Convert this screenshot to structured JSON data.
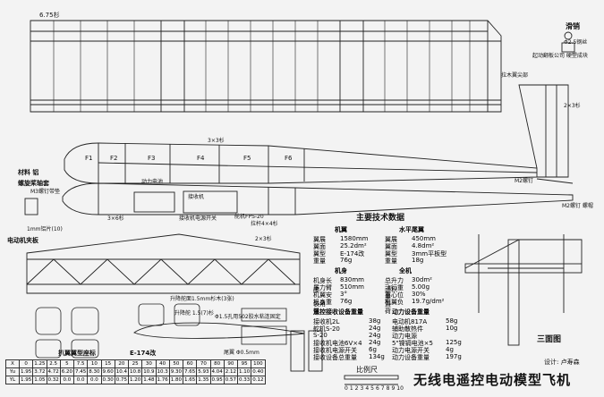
{
  "title": "无线电遥控电动模型飞机",
  "designer": "设计: 卢寿森",
  "specs": {
    "heading": "主要技术数据",
    "main_wing": {
      "heading": "机翼",
      "rows": [
        {
          "k": "翼展",
          "v": "1580mm"
        },
        {
          "k": "翼面",
          "v": "25.2dm²"
        },
        {
          "k": "翼型",
          "v": "E-174改"
        },
        {
          "k": "重量",
          "v": "76g"
        }
      ]
    },
    "tail": {
      "heading": "水平尾翼",
      "rows": [
        {
          "k": "翼展",
          "v": "450mm"
        },
        {
          "k": "翼面",
          "v": "4.8dm²"
        },
        {
          "k": "翼型",
          "v": "3mm平板型"
        },
        {
          "k": "重量",
          "v": "18g"
        }
      ]
    },
    "fuselage": {
      "heading": "机身",
      "rows": [
        {
          "k": "机身长度",
          "v": "830mm"
        },
        {
          "k": "尾力臂",
          "v": "510mm"
        },
        {
          "k": "机翼安装角",
          "v": "3°"
        },
        {
          "k": "机身重量",
          "v": "76g"
        }
      ]
    },
    "whole": {
      "heading": "全机",
      "rows": [
        {
          "k": "总升力面积",
          "v": "30dm²"
        },
        {
          "k": "飞行重量",
          "v": "5.00g"
        },
        {
          "k": "重心位置",
          "v": "30%"
        },
        {
          "k": "机翼负荷",
          "v": "19.7g/dm²"
        }
      ]
    },
    "radio": {
      "heading": "遥控接收设备重量",
      "rows": [
        {
          "k": "接收机2L",
          "v": "38g"
        },
        {
          "k": "舵机S-20",
          "v": "24g"
        },
        {
          "k": "S-20",
          "v": "24g"
        },
        {
          "k": "接收机电池6V×4",
          "v": "24g"
        },
        {
          "k": "接收机电源开关",
          "v": "6g"
        },
        {
          "k": "接收设备总重量",
          "v": "134g"
        }
      ]
    },
    "power": {
      "heading": "动力设备重量",
      "rows": [
        {
          "k": "电动机817A",
          "v": "58g"
        },
        {
          "k": "辅助散热件",
          "v": "10g"
        },
        {
          "k": "动力电源",
          "v": ""
        },
        {
          "k": "5\"镍镉电池×5",
          "v": "125g"
        },
        {
          "k": "动力电源开关",
          "v": "4g"
        },
        {
          "k": "动力设备重量",
          "v": "197g"
        }
      ]
    }
  },
  "labels": {
    "wing_plan": "6.75杉",
    "slide_lock": "滑销",
    "slide_lock_detail": "Φ2.5钢丝",
    "wing_front_clip": "起动翻板公司\n硬塑成块",
    "wing_tip_front": "拉木翼尖部",
    "spar_label": "2×3杉",
    "fuselage_labels": [
      "F1",
      "F2",
      "F3",
      "F4",
      "F5",
      "F6"
    ],
    "motor_mount": "螺旋桨轴套",
    "nose_label": "材料 铝",
    "m3_label": "M3螺钉带垫",
    "receiver_label": "接收机",
    "motor_label": "动力电池",
    "switch_label": "接收机电源开关",
    "servo_label": "舵机FPS-20",
    "pushrod": "拉杆4×4杉",
    "balsa_3x3": "3×3杉",
    "balsa_2x3": "2×3杉",
    "balsa_3x6": "3×6杉",
    "tail_joint": "升降舵 1.5(7)杉",
    "motor_box": "电动机夹板",
    "wing_rib_strip": "扒翼翼型座标",
    "airfoil": "E-174改",
    "prop_holder": "升降舵面1.5mm杉木(3张)",
    "hinge_note": "Φ1.5孔用502胶水粘连固定",
    "front_view": "三面图",
    "scale": "比例尺",
    "nose_cone": "1mm铝片(10)",
    "m2_screw": "M2螺钉 螺帽",
    "m2_screw2": "M2螺钉",
    "tail_dims": "尾翼 Φ0.5mm"
  },
  "ordinates_table": {
    "header_label": "X",
    "x": [
      "0",
      "1.25",
      "2.5",
      "5",
      "7.5",
      "10",
      "15",
      "20",
      "25",
      "30",
      "40",
      "50",
      "60",
      "70",
      "80",
      "90",
      "95",
      "100"
    ],
    "rows": [
      {
        "label": "Yu",
        "vals": [
          "1.95",
          "3.72",
          "4.72",
          "6.20",
          "7.45",
          "8.30",
          "9.60",
          "10.4",
          "10.8",
          "10.9",
          "10.3",
          "9.30",
          "7.65",
          "5.93",
          "4.04",
          "2.12",
          "1.10",
          "0.40"
        ]
      },
      {
        "label": "YL",
        "vals": [
          "1.95",
          "1.05",
          "0.32",
          "0.0",
          "0.0",
          "0.0",
          "0.30",
          "0.75",
          "1.20",
          "1.48",
          "1.76",
          "1.80",
          "1.65",
          "1.35",
          "0.95",
          "0.57",
          "0.33",
          "0.12"
        ]
      }
    ]
  },
  "scale_numbers": [
    "0",
    "1",
    "2",
    "3",
    "4",
    "5",
    "6",
    "7",
    "8",
    "9",
    "10"
  ]
}
